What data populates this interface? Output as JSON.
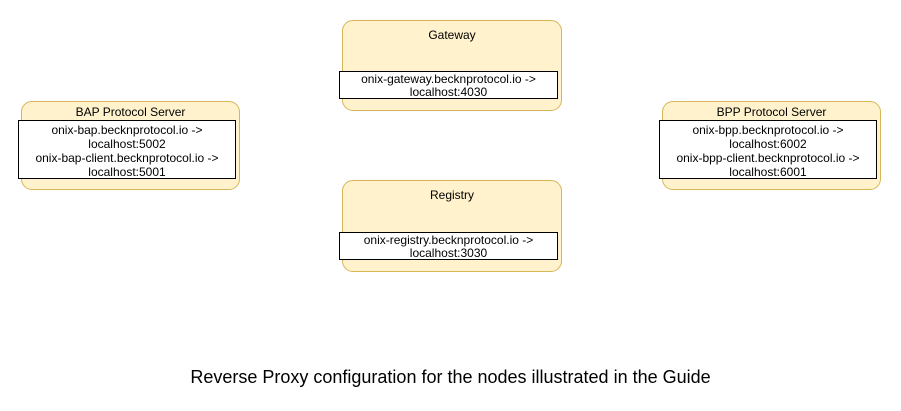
{
  "diagram": {
    "caption": "Reverse Proxy configuration for the nodes illustrated in the Guide",
    "nodes": [
      {
        "id": "gateway",
        "title": "Gateway",
        "lines": [
          "onix-gateway.becknprotocol.io ->",
          "localhost:4030"
        ]
      },
      {
        "id": "bap-protocol-server",
        "title": "BAP Protocol Server",
        "lines": [
          "onix-bap.becknprotocol.io ->",
          "localhost:5002",
          "onix-bap-client.becknprotocol.io ->",
          "localhost:5001"
        ]
      },
      {
        "id": "bpp-protocol-server",
        "title": "BPP Protocol Server",
        "lines": [
          "onix-bpp.becknprotocol.io ->",
          "localhost:6002",
          "onix-bpp-client.becknprotocol.io ->",
          "localhost:6001"
        ]
      },
      {
        "id": "registry",
        "title": "Registry",
        "lines": [
          "onix-registry.becknprotocol.io ->",
          "localhost:3030"
        ]
      }
    ],
    "colors": {
      "node_fill": "#FFF2CC",
      "node_border": "#D6B656",
      "mapping_fill": "#FFFFFF",
      "mapping_border": "#000000",
      "text": "#000000",
      "background": "#FFFFFF"
    }
  }
}
